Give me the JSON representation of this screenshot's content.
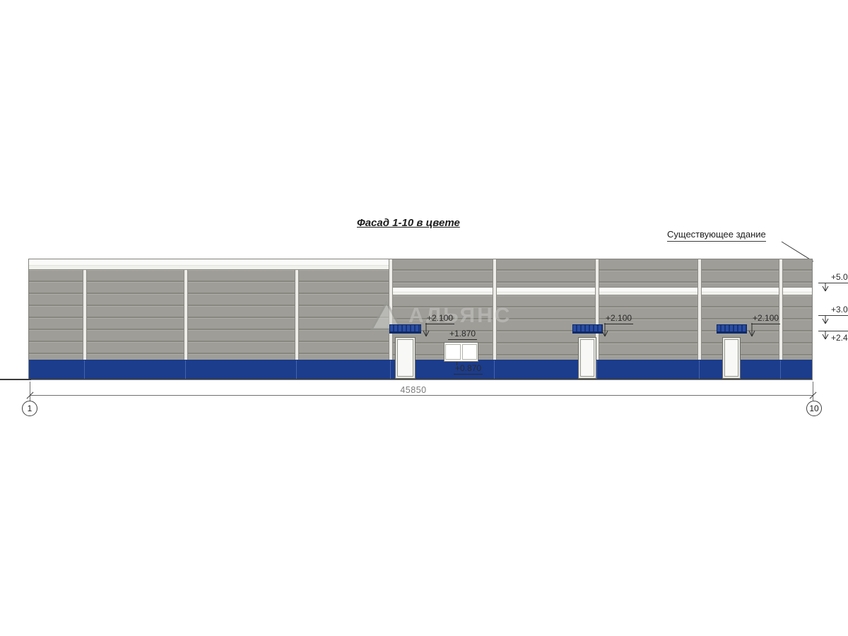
{
  "title": "Фасад 1-10 в цвете",
  "callout": {
    "existing_building": "Существующее здание"
  },
  "watermark": {
    "text": "АЛЬЯНС"
  },
  "dimension": {
    "total_length": "45850"
  },
  "axes": {
    "left_bubble": "1",
    "right_bubble": "10"
  },
  "levels": {
    "right_marks": [
      {
        "label": "+5.0"
      },
      {
        "label": "+3.0"
      },
      {
        "label": "+2.4"
      }
    ],
    "canopy_marks": [
      "+2.100",
      "+2.100",
      "+2.100"
    ],
    "sign_top_mark": "+1.870",
    "sign_bottom_mark": "+0.870"
  },
  "colors": {
    "wall_gray": "#9e9d98",
    "panel_joint_gray": "#87867f",
    "plinth_blue": "#1c3c8c",
    "canopy_blue": "#16327a",
    "trim_white": "#f5f5f3",
    "drawing_line": "#3c3c3c",
    "dimension_gray": "#7a7a7a"
  }
}
